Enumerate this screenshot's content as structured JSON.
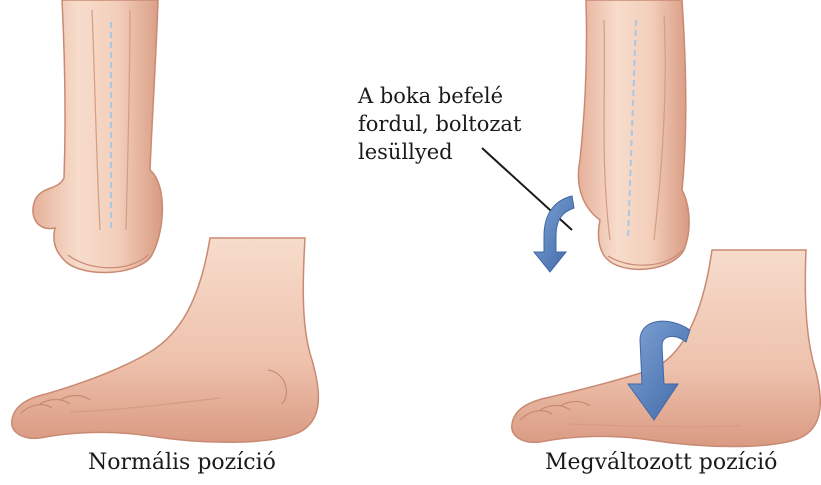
{
  "annotation": {
    "line1": "A boka befelé",
    "line2": "fordul, boltozat",
    "line3": "lesüllyed"
  },
  "captions": {
    "normal": "Normális pozíció",
    "altered": "Megváltozott pozíció"
  },
  "colors": {
    "skin_light": "#f6d9c8",
    "skin_mid": "#e9b79f",
    "skin_shadow": "#c98a73",
    "midline": "#a8c8e6",
    "arrow_blue": "#4f79b8",
    "text": "#1a1a1a"
  },
  "icons": {
    "rotation_arrow_rear": "curved-arrow-down",
    "rotation_arrow_side": "curved-arrow-down"
  }
}
